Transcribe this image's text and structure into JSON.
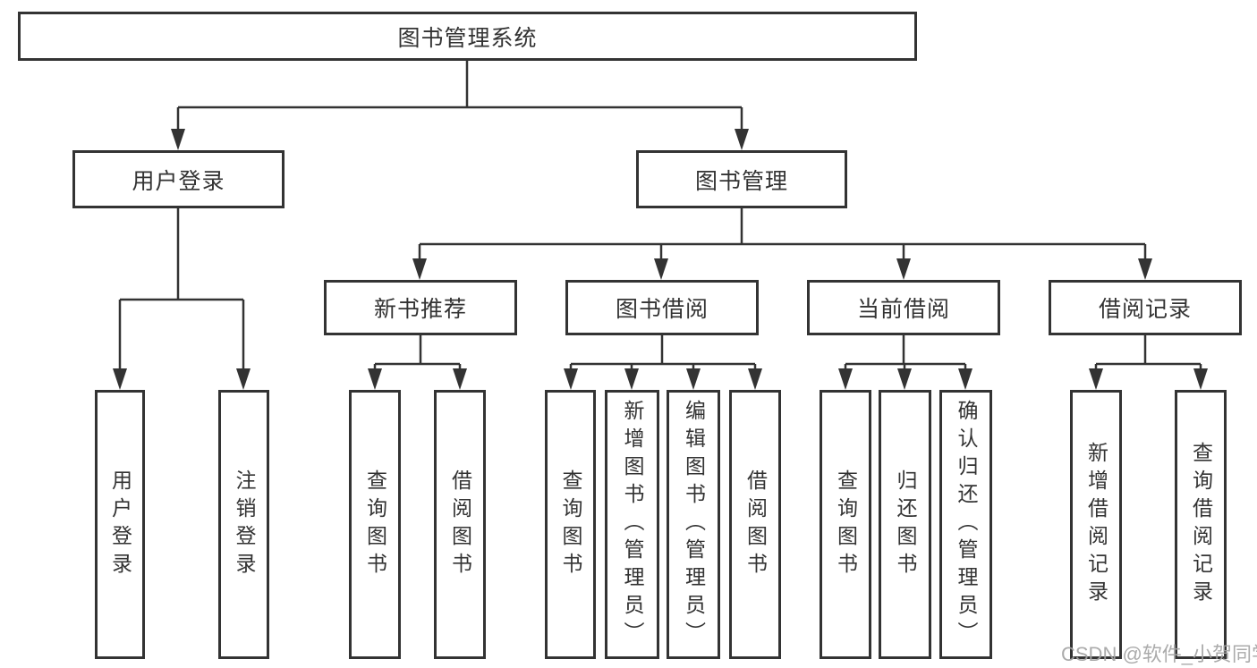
{
  "tree": {
    "root": {
      "label": "图书管理系统",
      "children": [
        {
          "label": "用户登录",
          "children": [
            {
              "label": "用户登录"
            },
            {
              "label": "注销登录"
            }
          ]
        },
        {
          "label": "图书管理",
          "children": [
            {
              "label": "新书推荐",
              "children": [
                {
                  "label": "查询图书"
                },
                {
                  "label": "借阅图书"
                }
              ]
            },
            {
              "label": "图书借阅",
              "children": [
                {
                  "label": "查询图书"
                },
                {
                  "label": "新增图书（管理员）"
                },
                {
                  "label": "编辑图书（管理员）"
                },
                {
                  "label": "借阅图书"
                }
              ]
            },
            {
              "label": "当前借阅",
              "children": [
                {
                  "label": "查询图书"
                },
                {
                  "label": "归还图书"
                },
                {
                  "label": "确认归还（管理员）"
                }
              ]
            },
            {
              "label": "借阅记录",
              "children": [
                {
                  "label": "新增借阅记录"
                },
                {
                  "label": "查询借阅记录"
                }
              ]
            }
          ]
        }
      ]
    }
  },
  "watermark": {
    "text": "CSDN @软件_小贺同学"
  },
  "colors": {
    "line": "#333333",
    "box_border": "#333333",
    "text": "#333333",
    "watermark": "#a4a4a4",
    "background": "#ffffff"
  }
}
